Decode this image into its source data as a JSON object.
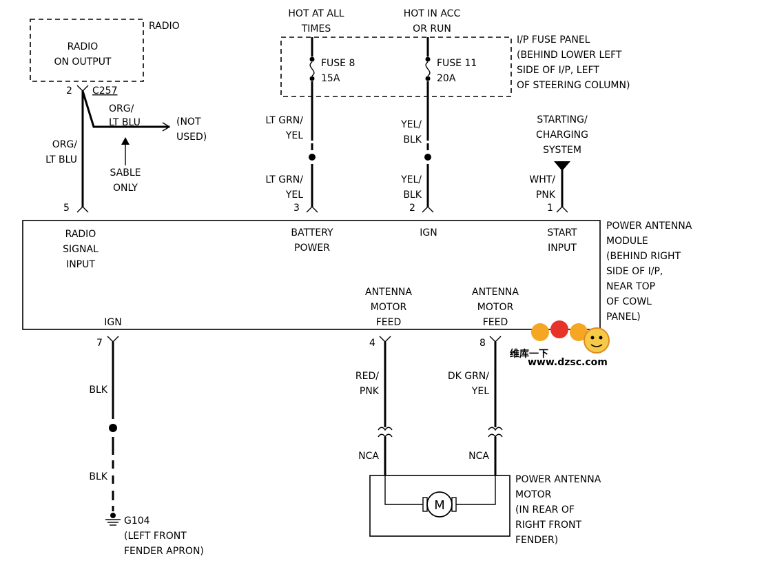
{
  "radio": {
    "box_title": "RADIO",
    "output_line1": "RADIO",
    "output_line2": "ON OUTPUT",
    "pin": "2",
    "connector": "C257"
  },
  "branch": {
    "wire_line1": "ORG/",
    "wire_line2": "LT BLU",
    "not_used_line1": "(NOT",
    "not_used_line2": "USED)",
    "sable_line1": "SABLE",
    "sable_line2": "ONLY"
  },
  "radio_wire": {
    "line1": "ORG/",
    "line2": "LT BLU",
    "pin": "5"
  },
  "hot_all": {
    "line1": "HOT AT ALL",
    "line2": "TIMES"
  },
  "hot_acc": {
    "line1": "HOT IN ACC",
    "line2": "OR RUN"
  },
  "fuse_panel": {
    "line1": "I/P FUSE PANEL",
    "line2": "(BEHIND LOWER LEFT",
    "line3": "SIDE OF I/P, LEFT",
    "line4": "OF STEERING COLUMN)"
  },
  "fuse8": {
    "name": "FUSE 8",
    "rating": "15A"
  },
  "fuse11": {
    "name": "FUSE 11",
    "rating": "20A"
  },
  "bat_wire": {
    "upper1": "LT GRN/",
    "upper2": "YEL",
    "lower1": "LT GRN/",
    "lower2": "YEL",
    "pin": "3"
  },
  "ign_wire": {
    "upper1": "YEL/",
    "upper2": "BLK",
    "lower1": "YEL/",
    "lower2": "BLK",
    "pin": "2"
  },
  "starting": {
    "line1": "STARTING/",
    "line2": "CHARGING",
    "line3": "SYSTEM",
    "wire1": "WHT/",
    "wire2": "PNK",
    "pin": "1"
  },
  "module": {
    "radio_in1": "RADIO",
    "radio_in2": "SIGNAL",
    "radio_in3": "INPUT",
    "bat1": "BATTERY",
    "bat2": "POWER",
    "ign": "IGN",
    "start1": "START",
    "start2": "INPUT",
    "feed_a1": "ANTENNA",
    "feed_a2": "MOTOR",
    "feed_a3": "FEED",
    "feed_b1": "ANTENNA",
    "feed_b2": "MOTOR",
    "feed_b3": "FEED",
    "ign_out": "IGN",
    "label1": "POWER ANTENNA",
    "label2": "MODULE",
    "label3": "(BEHIND RIGHT",
    "label4": "SIDE OF I/P,",
    "label5": "NEAR TOP",
    "label6": "OF COWL",
    "label7": "PANEL)"
  },
  "ground": {
    "pin": "7",
    "wire_upper": "BLK",
    "wire_lower": "BLK",
    "name": "G104",
    "loc1": "(LEFT FRONT",
    "loc2": "FENDER APRON)"
  },
  "feed4": {
    "pin": "4",
    "wire1": "RED/",
    "wire2": "PNK",
    "nca": "NCA"
  },
  "feed8": {
    "pin": "8",
    "wire1": "DK GRN/",
    "wire2": "YEL",
    "nca": "NCA"
  },
  "motor": {
    "symbol": "M",
    "line1": "POWER ANTENNA",
    "line2": "MOTOR",
    "line3": "(IN REAR OF",
    "line4": "RIGHT FRONT",
    "line5": "FENDER)"
  },
  "watermark": {
    "line1": "维库一下",
    "line2": "www.dzsc.com"
  }
}
